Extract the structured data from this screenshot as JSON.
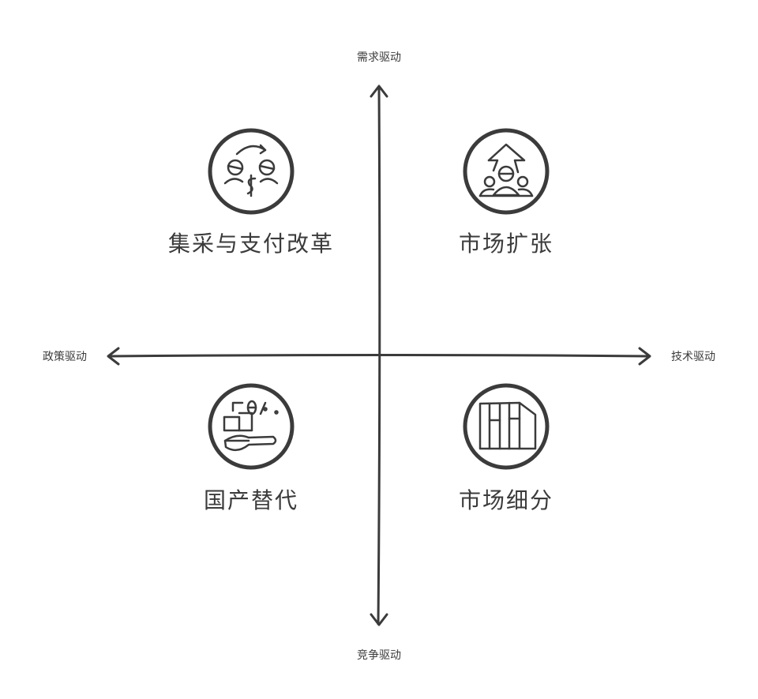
{
  "axes": {
    "top": "需求驱动",
    "bottom": "竞争驱动",
    "left": "政策驱动",
    "right": "技术驱动"
  },
  "quadrants": [
    {
      "label": "集采与支付改革",
      "icon": "money-exchange-icon"
    },
    {
      "label": "市场扩张",
      "icon": "group-growth-arrow-icon"
    },
    {
      "label": "国产替代",
      "icon": "blocks-spoon-percent-icon"
    },
    {
      "label": "市场细分",
      "icon": "segmented-columns-icon"
    }
  ],
  "colors": {
    "stroke": "#3b3b3b"
  }
}
